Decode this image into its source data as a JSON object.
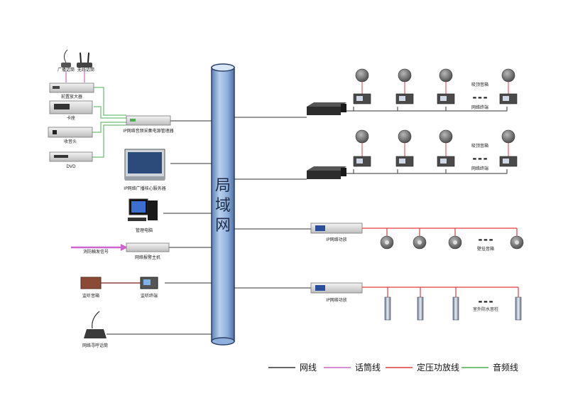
{
  "colors": {
    "network": "#333333",
    "microphone": "#cc66cc",
    "amplifier": "#e03a3a",
    "audio": "#4caf50",
    "lan_pipe": "#8fb3e0"
  },
  "lan_label": [
    "局",
    "域",
    "网"
  ],
  "left_devices": {
    "broadcast_mic": "广播话筒",
    "wireless_mic": "无线话筒",
    "preamp": "前置放大器",
    "deck": "卡座",
    "tuner": "收音头",
    "dvd": "DVD",
    "collector": "IP网络音频采集电源管理器",
    "server": "IP网络广播核心服务器",
    "pc": "管理电脑",
    "fire_signal": "消防触发信号",
    "alarm_host": "网络报警主机",
    "monitor_speaker": "监听音箱",
    "monitor_terminal": "监听终端",
    "paging_mic": "网络寻呼话筒"
  },
  "right_groups": {
    "ceiling_speaker": "吸顶音箱",
    "net_terminal": "网络终端",
    "amp": "IP网络功放",
    "wall_speaker": "壁挂音箱",
    "column": "室外防水音柱",
    "ellipsis": "▬ ▬ ▬"
  },
  "legend": [
    {
      "label": "网线",
      "color": "#333333"
    },
    {
      "label": "话筒线",
      "color": "#cc66cc"
    },
    {
      "label": "定压功放线",
      "color": "#e03a3a"
    },
    {
      "label": "音频线",
      "color": "#4caf50"
    }
  ]
}
